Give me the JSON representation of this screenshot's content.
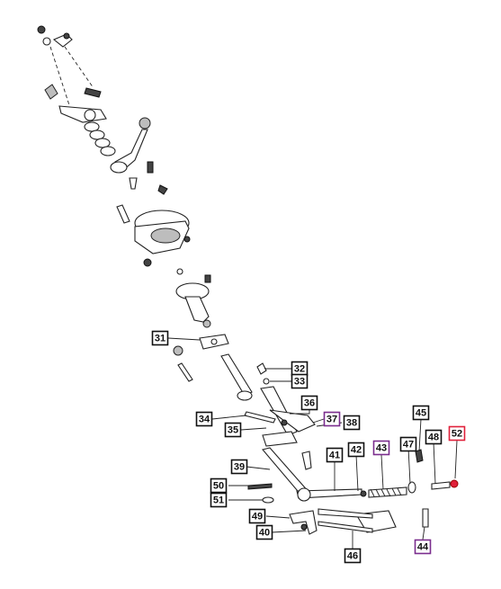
{
  "diagram": {
    "callouts": [
      {
        "label": "31",
        "highlight": "none"
      },
      {
        "label": "32",
        "highlight": "none"
      },
      {
        "label": "33",
        "highlight": "none"
      },
      {
        "label": "34",
        "highlight": "none"
      },
      {
        "label": "35",
        "highlight": "none"
      },
      {
        "label": "36",
        "highlight": "none"
      },
      {
        "label": "37",
        "highlight": "purple"
      },
      {
        "label": "38",
        "highlight": "none"
      },
      {
        "label": "39",
        "highlight": "none"
      },
      {
        "label": "40",
        "highlight": "none"
      },
      {
        "label": "41",
        "highlight": "none"
      },
      {
        "label": "42",
        "highlight": "none"
      },
      {
        "label": "43",
        "highlight": "purple"
      },
      {
        "label": "44",
        "highlight": "purple"
      },
      {
        "label": "45",
        "highlight": "none"
      },
      {
        "label": "46",
        "highlight": "none"
      },
      {
        "label": "47",
        "highlight": "none"
      },
      {
        "label": "48",
        "highlight": "none"
      },
      {
        "label": "49",
        "highlight": "none"
      },
      {
        "label": "50",
        "highlight": "none"
      },
      {
        "label": "51",
        "highlight": "none"
      },
      {
        "label": "52",
        "highlight": "red"
      }
    ],
    "colors": {
      "normal": "#111111",
      "purple": "#7b2d8e",
      "red": "#e0203a"
    }
  }
}
